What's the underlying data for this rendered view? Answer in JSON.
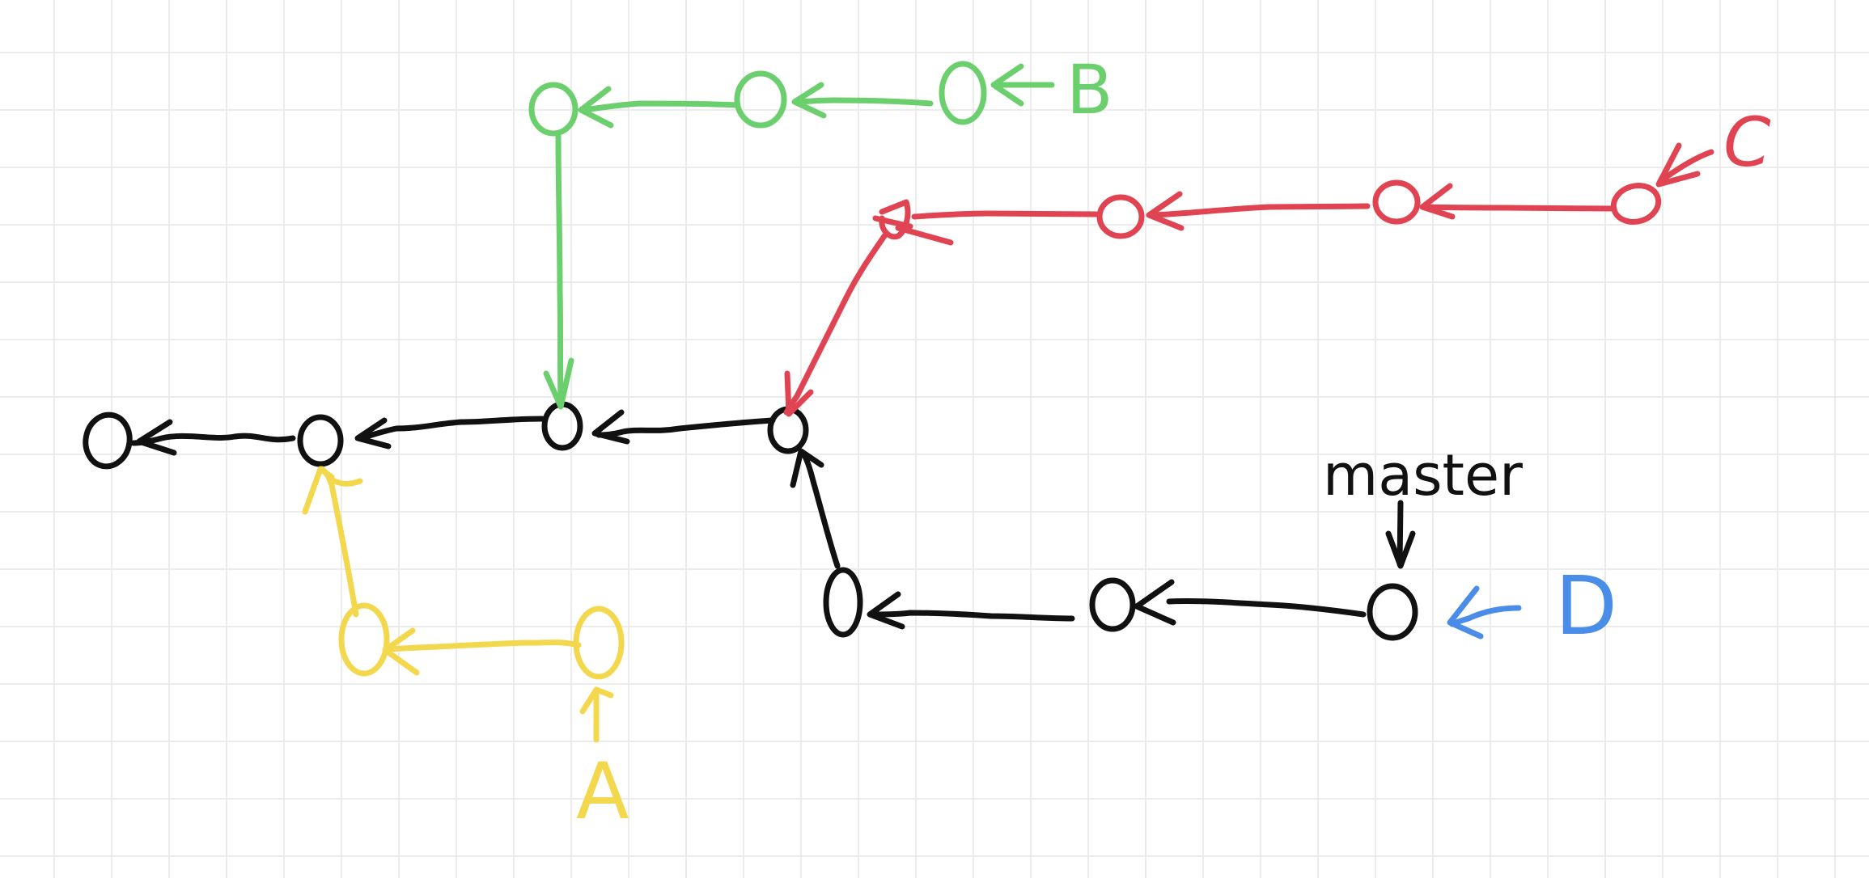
{
  "colors": {
    "grid": "#e6e6e6",
    "black": "#111111",
    "green": "#6ccf6e",
    "red": "#e04452",
    "yellow": "#f3d84e",
    "blue": "#4a8de8"
  },
  "labels": {
    "a": "A",
    "b": "B",
    "c": "C",
    "d": "D",
    "master": "master"
  },
  "branches": {
    "main": {
      "color_key": "black",
      "commits": 4
    },
    "master_line": {
      "color_key": "black",
      "commits": 3
    },
    "a": {
      "color_key": "yellow",
      "commits": 2
    },
    "b": {
      "color_key": "green",
      "commits": 3
    },
    "c": {
      "color_key": "red",
      "commits": 4
    },
    "d": {
      "color_key": "blue",
      "commits": 0
    }
  }
}
